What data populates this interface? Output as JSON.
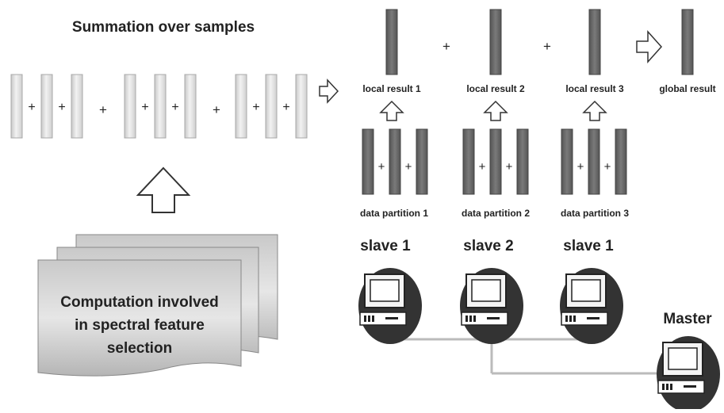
{
  "left_panel": {
    "title": "Summation over samples",
    "plus": "+",
    "document_text": [
      "Computation involved",
      "in spectral feature",
      "selection"
    ]
  },
  "top_row": {
    "local_results": [
      "local result 1",
      "local result 2",
      "local result 3"
    ],
    "global_result": "global result",
    "plus": "+"
  },
  "partitions": {
    "labels": [
      "data partition 1",
      "data partition 2",
      "data partition 3"
    ],
    "plus": "+"
  },
  "machines": {
    "slave_labels": [
      "slave 1",
      "slave 2",
      "slave 1"
    ],
    "master_label": "Master"
  },
  "colors": {
    "light_bar": "#e0e0e0",
    "dark_bar": "#6b6b6b",
    "document": "#dcdcdc",
    "connection_line": "#bbbbbb"
  }
}
